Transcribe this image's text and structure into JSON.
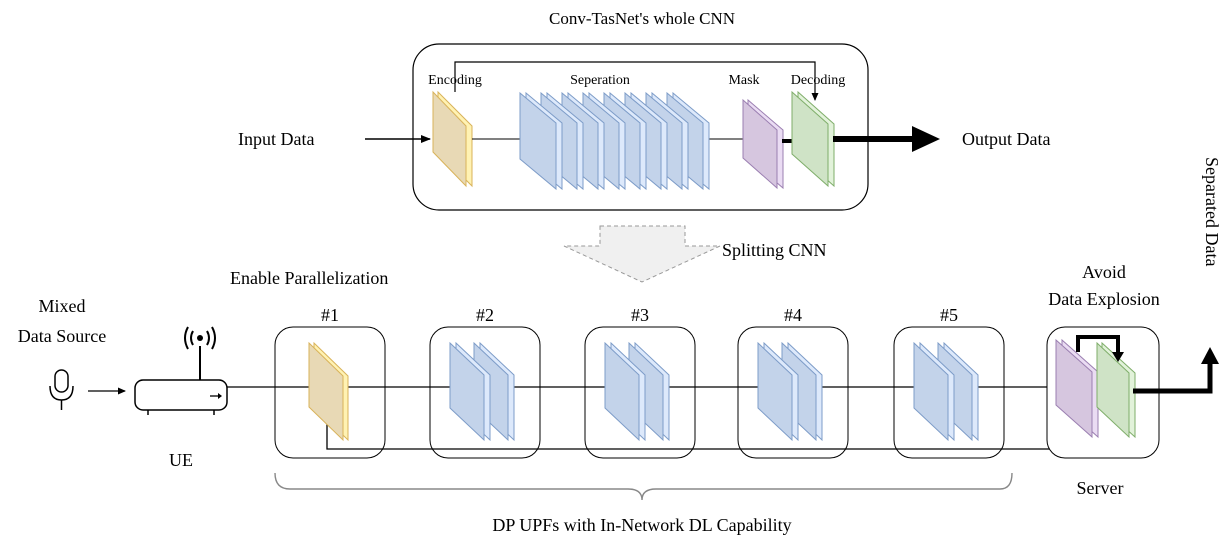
{
  "top_block": {
    "title": "Conv-TasNet's whole CNN",
    "encoding_label": "Encoding",
    "separation_label": "Seperation",
    "mask_label": "Mask",
    "decoding_label": "Decoding",
    "input_label": "Input Data",
    "output_label": "Output Data"
  },
  "splitting_label": "Splitting CNN",
  "parallel_label": "Enable Parallelization",
  "source": {
    "line1": "Mixed",
    "line2": "Data Source"
  },
  "ue_label": "UE",
  "upf_nodes": [
    "#1",
    "#2",
    "#3",
    "#4",
    "#5"
  ],
  "server": {
    "note_line1": "Avoid",
    "note_line2": "Data Explosion",
    "label": "Server"
  },
  "separated_label": "Separated Data",
  "brace_label": "DP UPFs with In-Network DL Capability",
  "colors": {
    "encoder_fill": "#e8d9b5",
    "encoder_edge": "#d9b35a",
    "encoder_side": "#fff2b3",
    "separation_fill": "#c3d3ea",
    "separation_edge": "#7d9cc8",
    "separation_side": "#dde9fb",
    "mask_fill": "#d6c6df",
    "mask_edge": "#9b7fb1",
    "mask_side": "#eadcf3",
    "decoder_fill": "#cfe3c6",
    "decoder_edge": "#7fae6a",
    "decoder_side": "#e2f2da"
  }
}
